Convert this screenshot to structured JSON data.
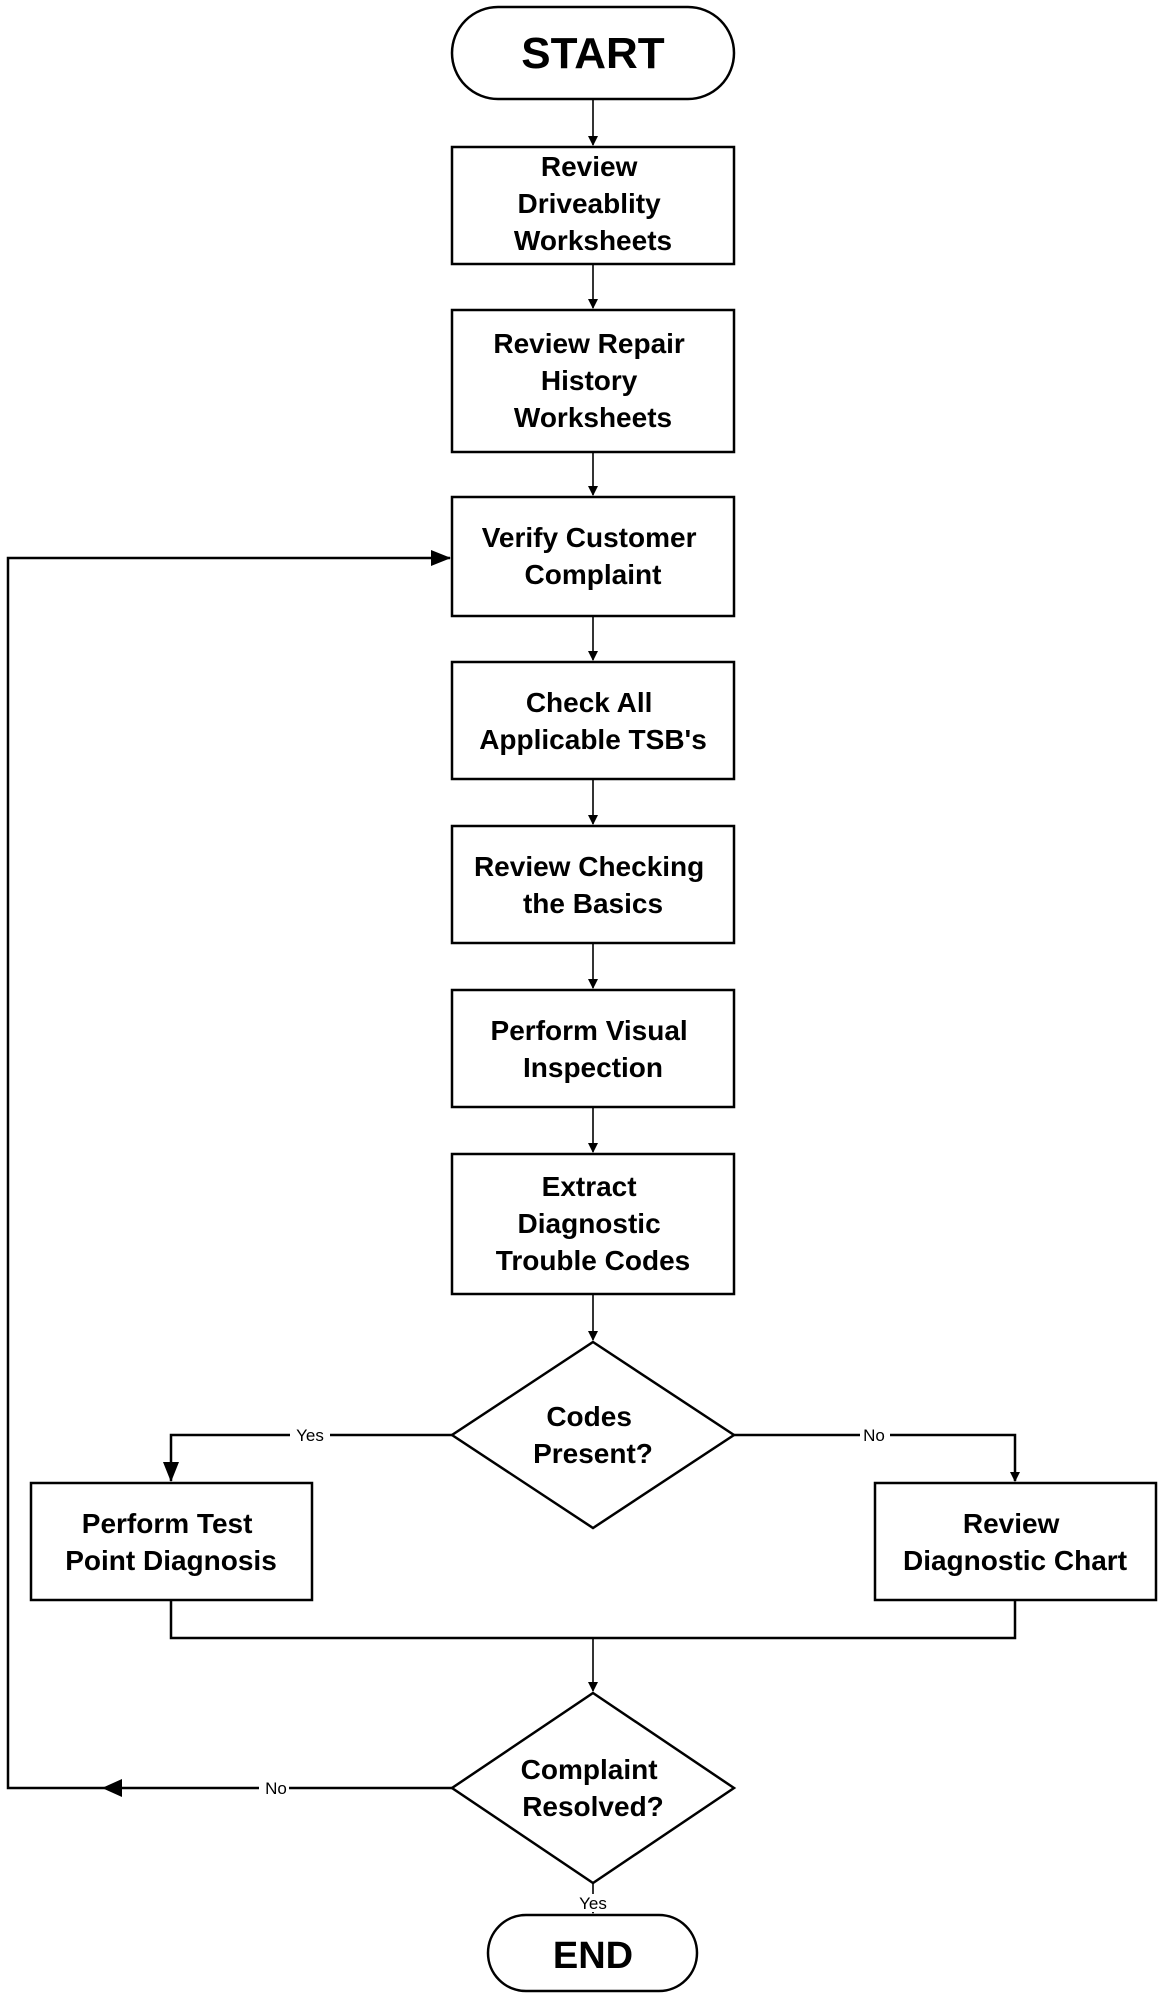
{
  "flowchart": {
    "start": "START",
    "end": "END",
    "steps": [
      {
        "lines": [
          "Review",
          "Driveablity",
          "Worksheets"
        ]
      },
      {
        "lines": [
          "Review Repair",
          "History",
          "Worksheets"
        ]
      },
      {
        "lines": [
          "Verify Customer",
          "Complaint"
        ]
      },
      {
        "lines": [
          "Check All",
          "Applicable TSB's"
        ]
      },
      {
        "lines": [
          "Review Checking",
          "the Basics"
        ]
      },
      {
        "lines": [
          "Perform Visual",
          "Inspection"
        ]
      },
      {
        "lines": [
          "Extract",
          "Diagnostic",
          "Trouble Codes"
        ]
      }
    ],
    "decision_codes": {
      "lines": [
        "Codes",
        "Present?"
      ],
      "yes_label": "Yes",
      "no_label": "No"
    },
    "branch_yes": {
      "lines": [
        "Perform Test",
        "Point Diagnosis"
      ]
    },
    "branch_no": {
      "lines": [
        "Review",
        "Diagnostic Chart"
      ]
    },
    "decision_resolved": {
      "lines": [
        "Complaint",
        "Resolved?"
      ],
      "yes_label": "Yes",
      "no_label": "No"
    }
  }
}
